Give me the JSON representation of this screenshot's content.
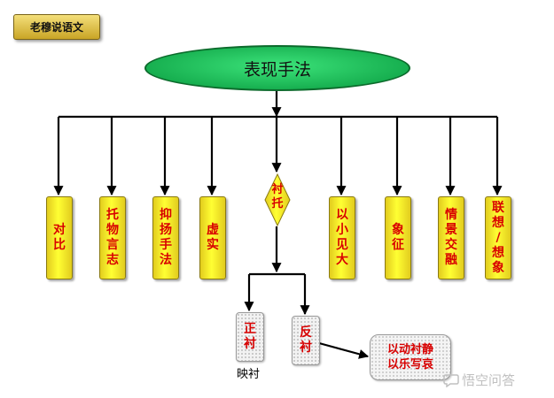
{
  "author_tag": "老穆说语文",
  "root": "表现手法",
  "branches": [
    {
      "text": "对比"
    },
    {
      "text": "托物言志"
    },
    {
      "text": "抑扬手法"
    },
    {
      "text": "虚实"
    },
    {
      "text": "衬托"
    },
    {
      "text": "以小见大"
    },
    {
      "text": "象征"
    },
    {
      "text": "情景交融"
    },
    {
      "text": "联想/想象"
    }
  ],
  "sub_branches": [
    {
      "text": "正衬",
      "caption": "映衬"
    },
    {
      "text": "反衬"
    }
  ],
  "result": {
    "line1": "以动衬静",
    "line2": "以乐写哀"
  },
  "watermark": "悟空问答",
  "colors": {
    "box_text": "#d80000",
    "box_fill": "#ffff33",
    "ellipse_fill": "#22c45c"
  }
}
